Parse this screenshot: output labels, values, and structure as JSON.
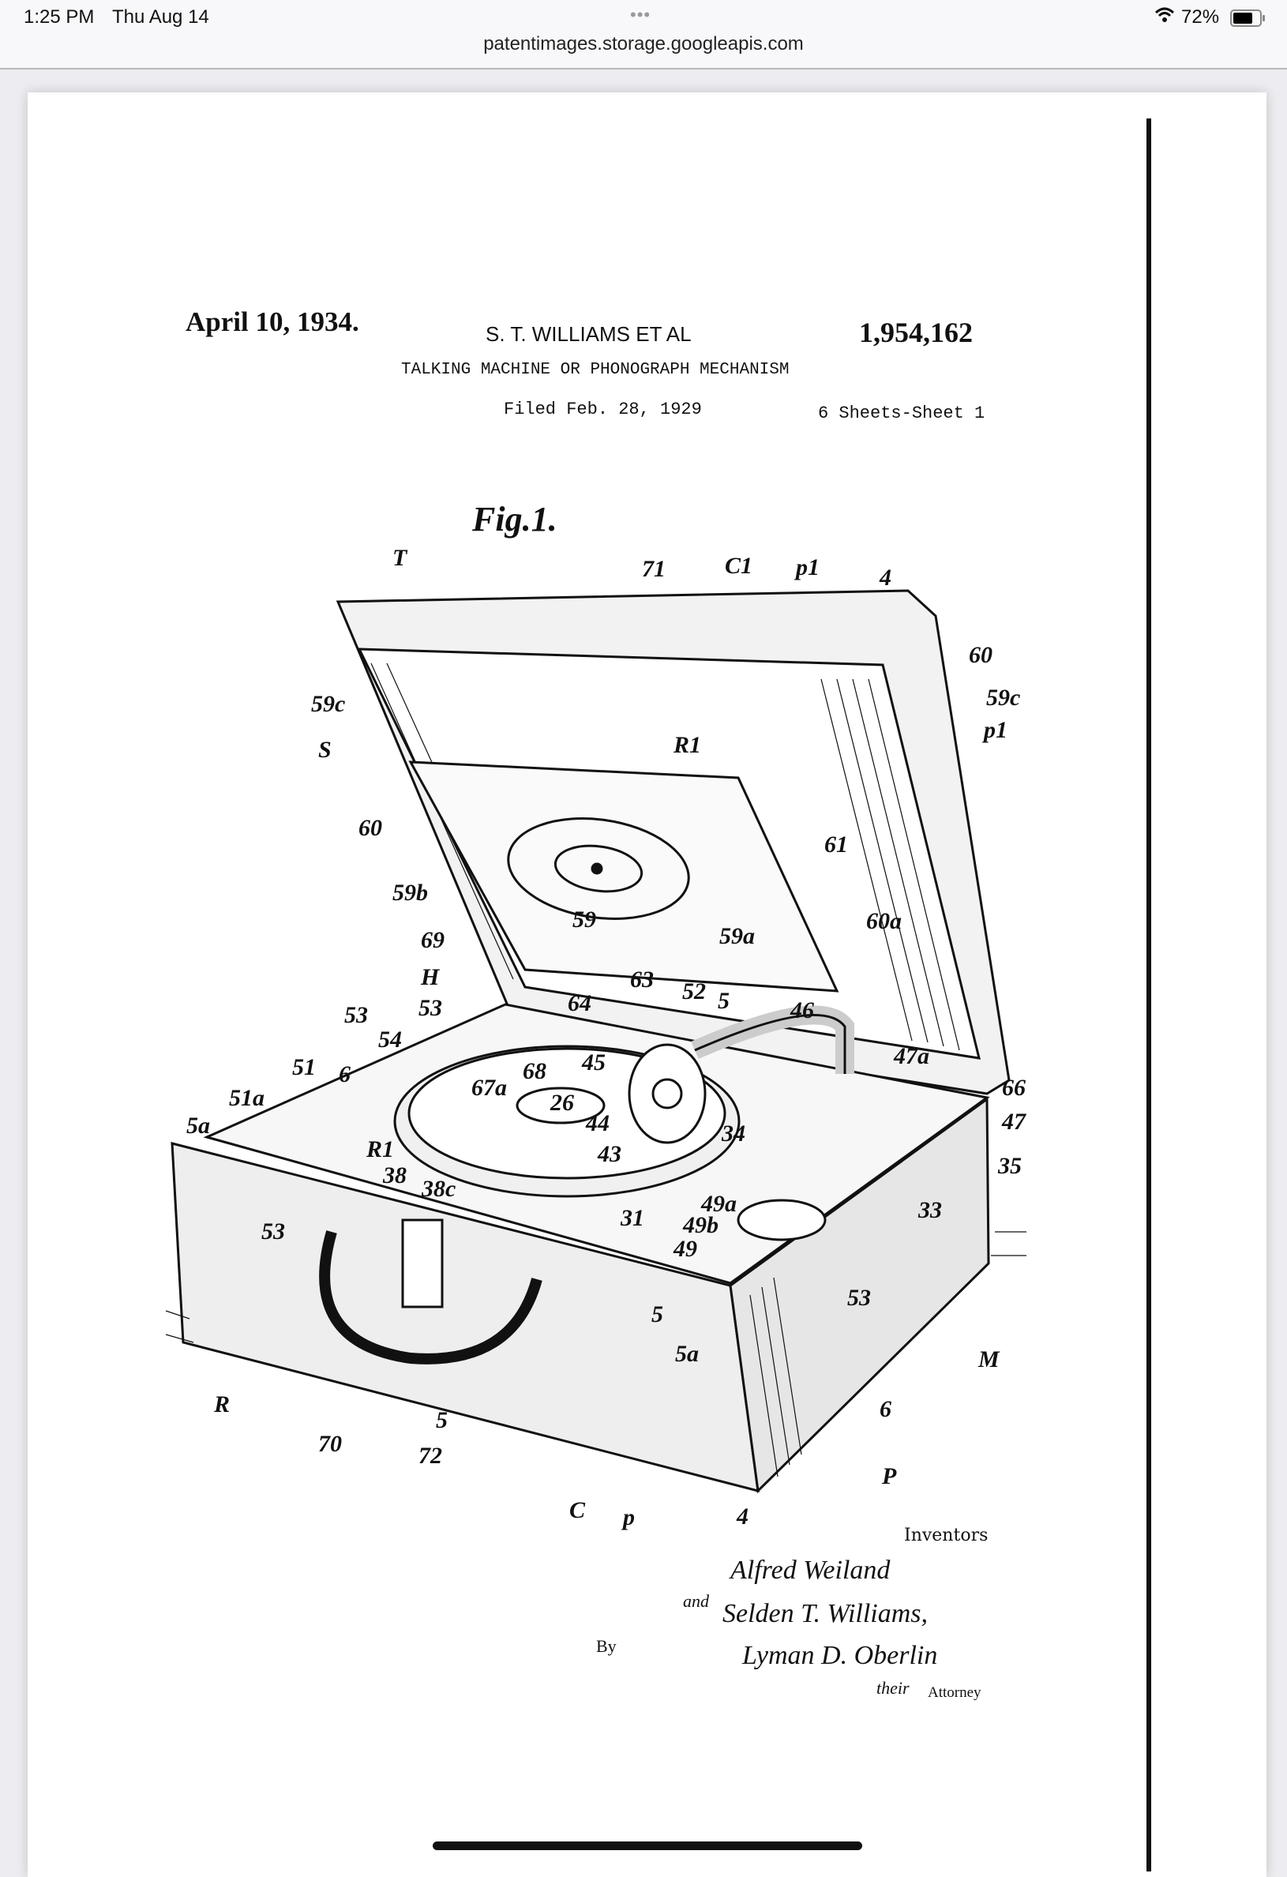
{
  "status_bar": {
    "time": "1:25 PM",
    "date": "Thu Aug 14",
    "dots": "•••",
    "url": "patentimages.storage.googleapis.com",
    "battery": "72%",
    "wifi_icon": "wifi-icon",
    "battery_icon": "battery-icon"
  },
  "patent": {
    "date": "April 10, 1934.",
    "inventor_header": "S. T. WILLIAMS ET AL",
    "number": "1,954,162",
    "title": "TALKING MACHINE OR PHONOGRAPH MECHANISM",
    "filed": "Filed Feb. 28, 1929",
    "sheets": "6 Sheets-Sheet 1",
    "figure": "Fig.1.",
    "labels": [
      "T",
      "71",
      "C1",
      "p1",
      "4",
      "60",
      "59c",
      "p1",
      "59c",
      "S",
      "R1",
      "60",
      "61",
      "59b",
      "69",
      "59",
      "59a",
      "60a",
      "H",
      "53",
      "63",
      "64",
      "52",
      "5",
      "46",
      "53",
      "54",
      "51",
      "6",
      "45",
      "67a",
      "68",
      "26",
      "47a",
      "66",
      "51a",
      "5a",
      "44",
      "47",
      "34",
      "R1",
      "43",
      "35",
      "38",
      "38c",
      "49a",
      "33",
      "53",
      "31",
      "49b",
      "49",
      "53",
      "5",
      "5a",
      "M",
      "R",
      "6",
      "5",
      "70",
      "72",
      "P",
      "C",
      "p",
      "4"
    ],
    "signature": {
      "inventors_label": "Inventors",
      "inventor1": "Alfred Weiland",
      "and": "and",
      "inventor2": "Selden T. Williams,",
      "by": "By",
      "attorney": "Lyman D. Oberlin",
      "their": "their",
      "attorney_label": "Attorney"
    }
  }
}
